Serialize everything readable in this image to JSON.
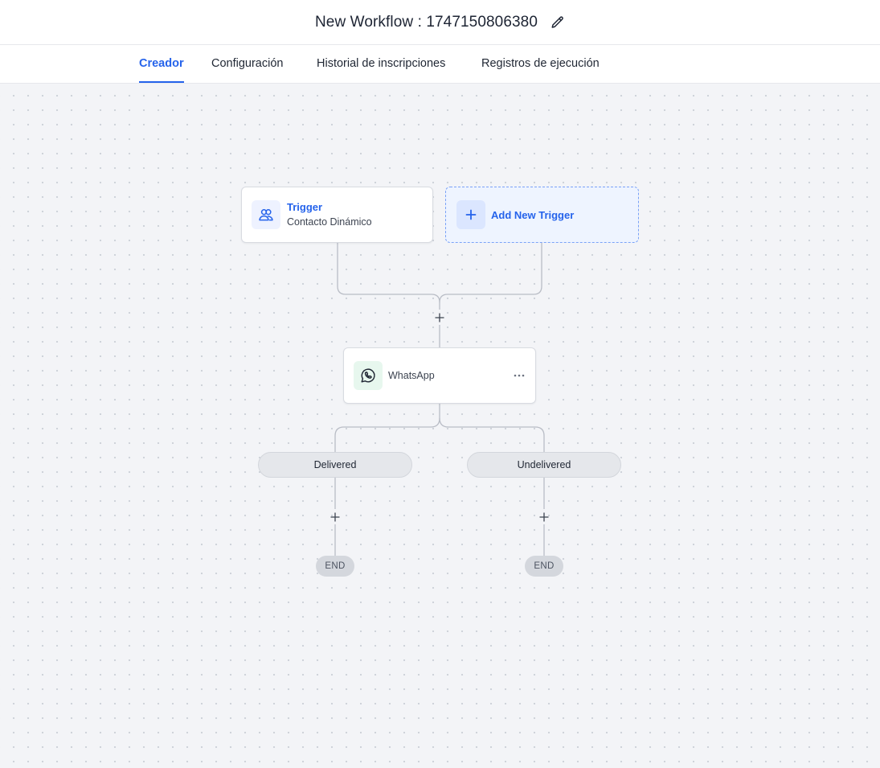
{
  "header": {
    "title": "New Workflow : 1747150806380"
  },
  "tabs": [
    {
      "label": "Creador"
    },
    {
      "label": "Configuración"
    },
    {
      "label": "Historial de inscripciones"
    },
    {
      "label": "Registros de ejecución"
    }
  ],
  "active_tab": "Creador",
  "workflow": {
    "trigger": {
      "title": "Trigger",
      "subtitle": "Contacto Dinámico",
      "icon": "users-icon"
    },
    "add_trigger": {
      "label": "Add New Trigger",
      "icon": "plus-icon"
    },
    "action": {
      "label": "WhatsApp",
      "icon": "whatsapp-icon"
    },
    "branches": [
      {
        "label": "Delivered",
        "end_label": "END"
      },
      {
        "label": "Undelivered",
        "end_label": "END"
      }
    ]
  },
  "colors": {
    "accent": "#2563eb",
    "canvas": "#f3f4f7",
    "connector": "#b9bdc6"
  }
}
